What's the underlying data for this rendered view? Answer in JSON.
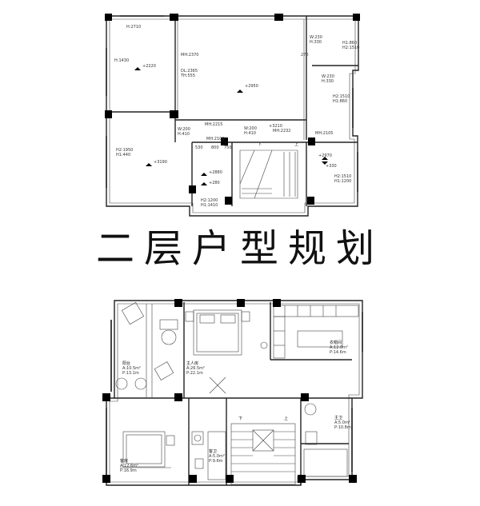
{
  "title": "二层户型规划",
  "upper_plan": {
    "labels": [
      {
        "id": "h2710",
        "text": "H:2710"
      },
      {
        "id": "h1430",
        "text": "H:1430"
      },
      {
        "id": "lvl2220",
        "text": "+2220"
      },
      {
        "id": "mh2370",
        "text": "MH:2370"
      },
      {
        "id": "dl2365",
        "text": "DL:2365"
      },
      {
        "id": "th555",
        "text": "TH:555"
      },
      {
        "id": "lvl2950",
        "text": "+2950"
      },
      {
        "id": "w230a",
        "text": "W:230"
      },
      {
        "id": "h330a",
        "text": "H:330"
      },
      {
        "id": "h1860",
        "text": "H1:860"
      },
      {
        "id": "h21510",
        "text": "H2:1510"
      },
      {
        "id": "n270",
        "text": "270"
      },
      {
        "id": "w230b",
        "text": "W:230"
      },
      {
        "id": "h330b",
        "text": "H:330"
      },
      {
        "id": "h21510b",
        "text": "H2:1510"
      },
      {
        "id": "h1860b",
        "text": "H1:860"
      },
      {
        "id": "w200a",
        "text": "W:200"
      },
      {
        "id": "h410a",
        "text": "H:410"
      },
      {
        "id": "mh2215",
        "text": "MH:2215"
      },
      {
        "id": "w200b",
        "text": "W:200"
      },
      {
        "id": "h410b",
        "text": "H:410"
      },
      {
        "id": "lvl3210",
        "text": "+3210"
      },
      {
        "id": "mh2232",
        "text": "MH:2232"
      },
      {
        "id": "mh2105",
        "text": "MH:2105"
      },
      {
        "id": "mh2100",
        "text": "MH:2100"
      },
      {
        "id": "n530",
        "text": "530"
      },
      {
        "id": "n800",
        "text": "800"
      },
      {
        "id": "n750",
        "text": "750"
      },
      {
        "id": "h21950",
        "text": "H2:1950"
      },
      {
        "id": "h1440",
        "text": "H1:440"
      },
      {
        "id": "lvl3190",
        "text": "+3190"
      },
      {
        "id": "lvl2880",
        "text": "+2880"
      },
      {
        "id": "lvl280",
        "text": "+280"
      },
      {
        "id": "lvl2970",
        "text": "+2970"
      },
      {
        "id": "lvl330",
        "text": "+330"
      },
      {
        "id": "h21510c",
        "text": "H2:1510"
      },
      {
        "id": "h11200",
        "text": "H1:1200"
      },
      {
        "id": "h21200",
        "text": "H2:1200"
      },
      {
        "id": "h11410",
        "text": "H1:1410"
      },
      {
        "id": "up",
        "text": "上"
      },
      {
        "id": "down",
        "text": "下"
      }
    ]
  },
  "lower_plan": {
    "rooms": [
      {
        "id": "balcony",
        "name": "阳台",
        "area": "A:10.5m²",
        "perimeter": "P:13.1m"
      },
      {
        "id": "master",
        "name": "主人房",
        "area": "A:26.5m²",
        "perimeter": "P:22.1m"
      },
      {
        "id": "cloak",
        "name": "衣帽间",
        "area": "A:12.6m²",
        "perimeter": "P:14.6m"
      },
      {
        "id": "guest",
        "name": "客房",
        "area": "A:12.6m²",
        "perimeter": "P:16.9m"
      },
      {
        "id": "bath1",
        "name": "客卫",
        "area": "A:5.0m²",
        "perimeter": "P:9.6m"
      },
      {
        "id": "bath2",
        "name": "主卫",
        "area": "A:5.0m²",
        "perimeter": "P:10.8m"
      }
    ],
    "stairs": {
      "up": "上",
      "down": "下"
    }
  }
}
